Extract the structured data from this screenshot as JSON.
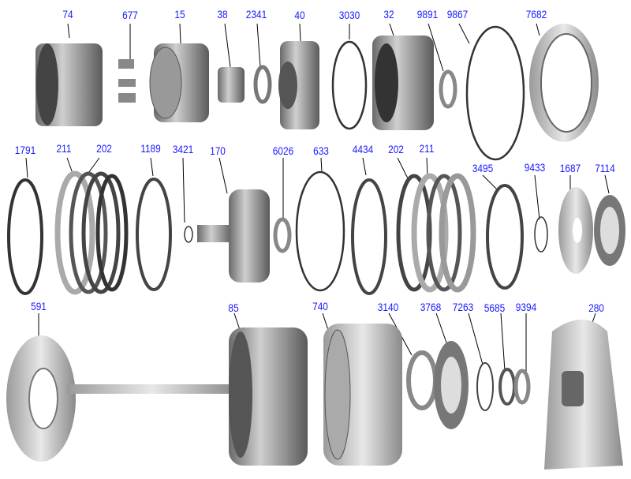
{
  "title": "Transmission parts exploded view",
  "accent_color": "#1a1aff",
  "labels": {
    "row1": [
      "74",
      "677",
      "15",
      "38",
      "2341",
      "40",
      "3030",
      "32",
      "9891",
      "9867",
      "7682"
    ],
    "row2": [
      "1791",
      "211",
      "202",
      "1189",
      "3421",
      "170",
      "6026",
      "633",
      "4434",
      "202",
      "211",
      "3495",
      "9433",
      "1687",
      "7114"
    ],
    "row3": [
      "591",
      "85",
      "740",
      "3140",
      "3768",
      "7263",
      "5685",
      "9394",
      "280"
    ]
  }
}
